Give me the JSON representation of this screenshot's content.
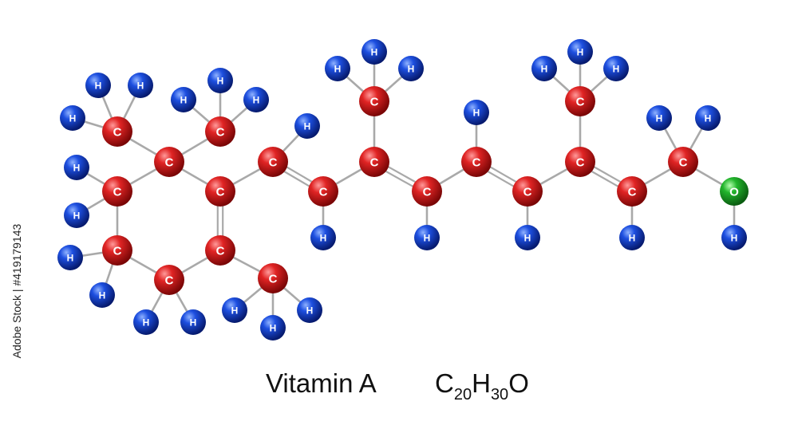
{
  "molecule": {
    "name": "Vitamin A",
    "formula": {
      "c": "C",
      "c_count": "20",
      "h": "H",
      "h_count": "30",
      "o": "O"
    },
    "element_labels": {
      "carbon": "C",
      "hydrogen": "H",
      "oxygen": "O"
    },
    "colors": {
      "carbon": "#d21c1c",
      "hydrogen": "#1646d6",
      "oxygen": "#1faa2a",
      "bond": "#a9a9a9",
      "label": "#ffffff"
    }
  },
  "credit": "Adobe Stock | #419179143"
}
